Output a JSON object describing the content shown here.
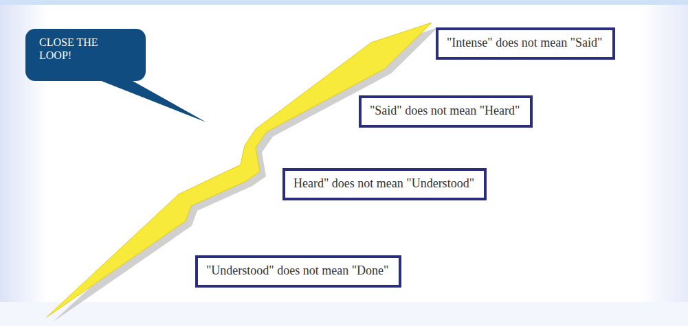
{
  "diagram": {
    "nodes": [
      {
        "text": [
          "CLOSE THE LOOP!"
        ]
      },
      {
        "text": [
          "\"Intense\" does not mean \"Said\""
        ]
      },
      {
        "text": [
          "\"Said\" does not mean \"Heard\""
        ]
      },
      {
        "text": [
          "Heard\" does not mean \"Understood\""
        ]
      },
      {
        "text": [
          "\"Understood\" does not mean \"Done\""
        ]
      }
    ]
  }
}
